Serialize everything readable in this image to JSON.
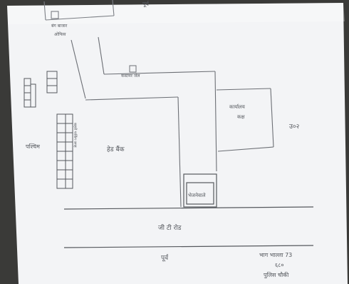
{
  "sketch": {
    "header_fragment": "पूर्व ",
    "building_top_label": "बंग बाजार",
    "sub_label_top": "ओफिस",
    "small_booth_label": "कस्टमर जेल",
    "main_hall_label": "हेड बैंक",
    "right_block_label": "कार्यालय",
    "right_block_sub": "कक्ष",
    "right_code": "उ०२",
    "entry_label": "भेजनेवाले",
    "left_edge_label": "पश्चिम",
    "vertical_strip_label": "बाहरी पार्किंग जगह",
    "road_label": "जी टी रोड",
    "bottom_label": "पूर्व",
    "note_line1": "भाग भाल्ला 73",
    "note_line2": "६८०",
    "note_line3": "पुलिस चौकी"
  },
  "colors": {
    "paper": "#f3f4f6",
    "ink": "#5f6268",
    "background": "#3a3a38"
  }
}
